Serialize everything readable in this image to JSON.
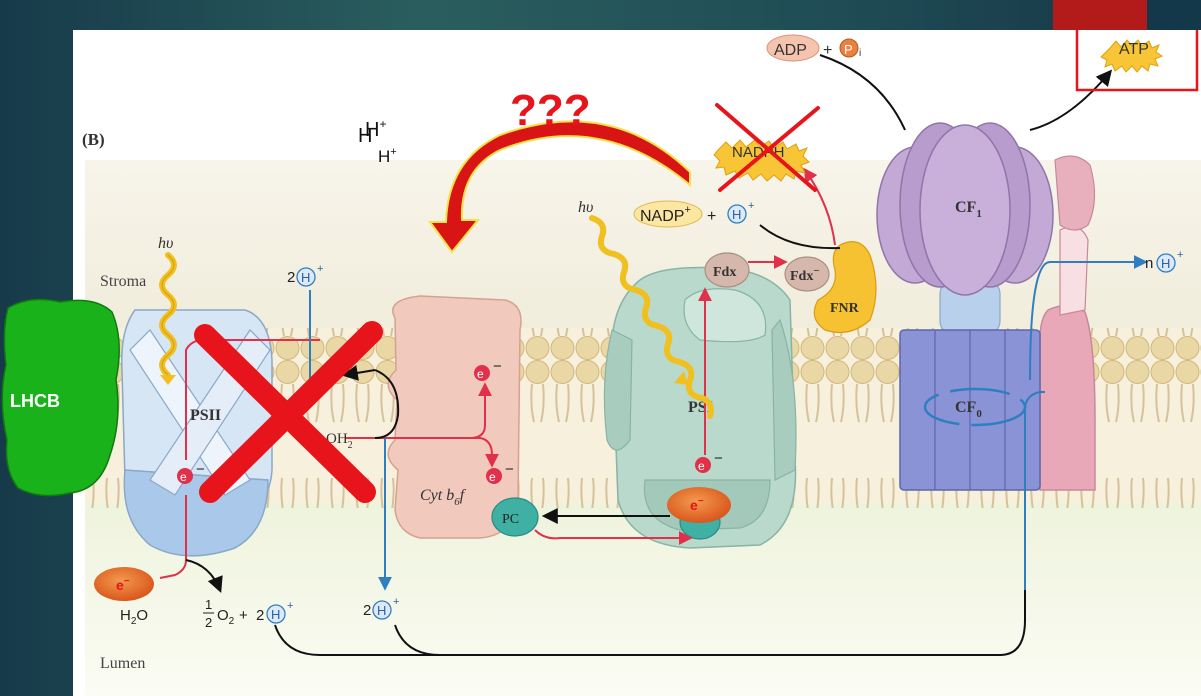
{
  "panel_label": "(B)",
  "regions": {
    "stroma": "Stroma",
    "lumen": "Lumen"
  },
  "complexes": {
    "psii": "PSII",
    "cyt_prefix": "Cyt b",
    "cyt_sub": "6",
    "cyt_suffix": "f",
    "psi": "PSI",
    "cf1": "CF",
    "cf1_sub": "1",
    "cf0": "CF",
    "cf0_sub": "0",
    "lhcb": "LHCB"
  },
  "carriers": {
    "pc": "PC",
    "fdx": "Fdx",
    "fdx_minus": "Fdx",
    "fnr": "FNR",
    "oh2": "OH",
    "oh2_sub": "2"
  },
  "light": "hυ",
  "electron": "e",
  "electron_minus": "−",
  "proton": "H",
  "proton_plus": "+",
  "species": {
    "adp": "ADP",
    "pi_sub": "i",
    "atp": "ATP",
    "nadp": "NADP",
    "nadph": "NADPH",
    "water_h": "H",
    "water_sub": "2",
    "water_o": "O",
    "half_num": "1",
    "half_den": "2",
    "o2": "O",
    "o2_sub": "2",
    "plus": "+",
    "two": "2",
    "n": "n"
  },
  "annotations": {
    "question": "???",
    "stacked_h": "H"
  },
  "colors": {
    "red_mark": "#e8141c",
    "green_blob": "#1ab21a",
    "proton_blue": "#2f7fc0",
    "electron_red": "#e0304a"
  }
}
